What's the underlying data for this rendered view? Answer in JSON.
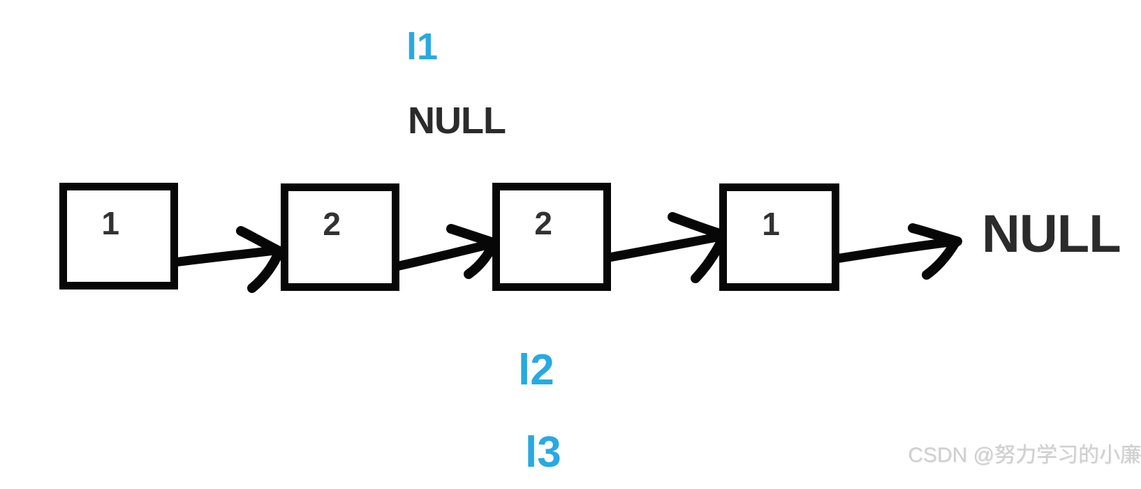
{
  "diagram": {
    "pointer_labels": {
      "l1": "l1",
      "l2": "l2",
      "l3": "l3"
    },
    "null_top": "NULL",
    "null_end": "NULL",
    "nodes": [
      {
        "value": "1"
      },
      {
        "value": "2"
      },
      {
        "value": "2"
      },
      {
        "value": "1"
      }
    ],
    "watermark": "CSDN @努力学习的小廉"
  },
  "colors": {
    "pointer_blue": "#29a9e2",
    "ink": "#2b2b2b",
    "stroke_black": "#070707",
    "watermark_gray": "#cfcfcf"
  }
}
